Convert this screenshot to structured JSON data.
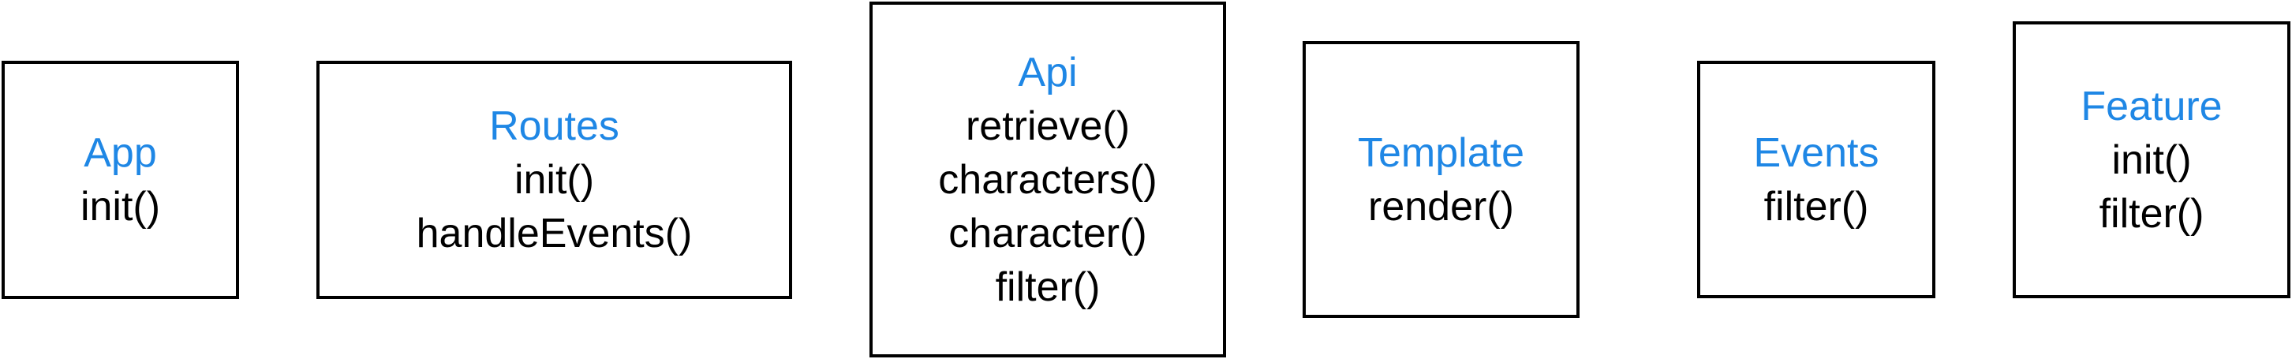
{
  "colors": {
    "module_name": "#1f87e5",
    "method_text": "#000000",
    "border": "#000000",
    "background": "#ffffff"
  },
  "modules": {
    "app": {
      "name": "App",
      "methods": [
        "init()"
      ]
    },
    "routes": {
      "name": "Routes",
      "methods": [
        "init()",
        "handleEvents()"
      ]
    },
    "api": {
      "name": "Api",
      "methods": [
        "retrieve()",
        "characters()",
        "character()",
        "filter()"
      ]
    },
    "template": {
      "name": "Template",
      "methods": [
        "render()"
      ]
    },
    "events": {
      "name": "Events",
      "methods": [
        "filter()"
      ]
    },
    "feature": {
      "name": "Feature",
      "methods": [
        "init()",
        "filter()"
      ]
    }
  }
}
